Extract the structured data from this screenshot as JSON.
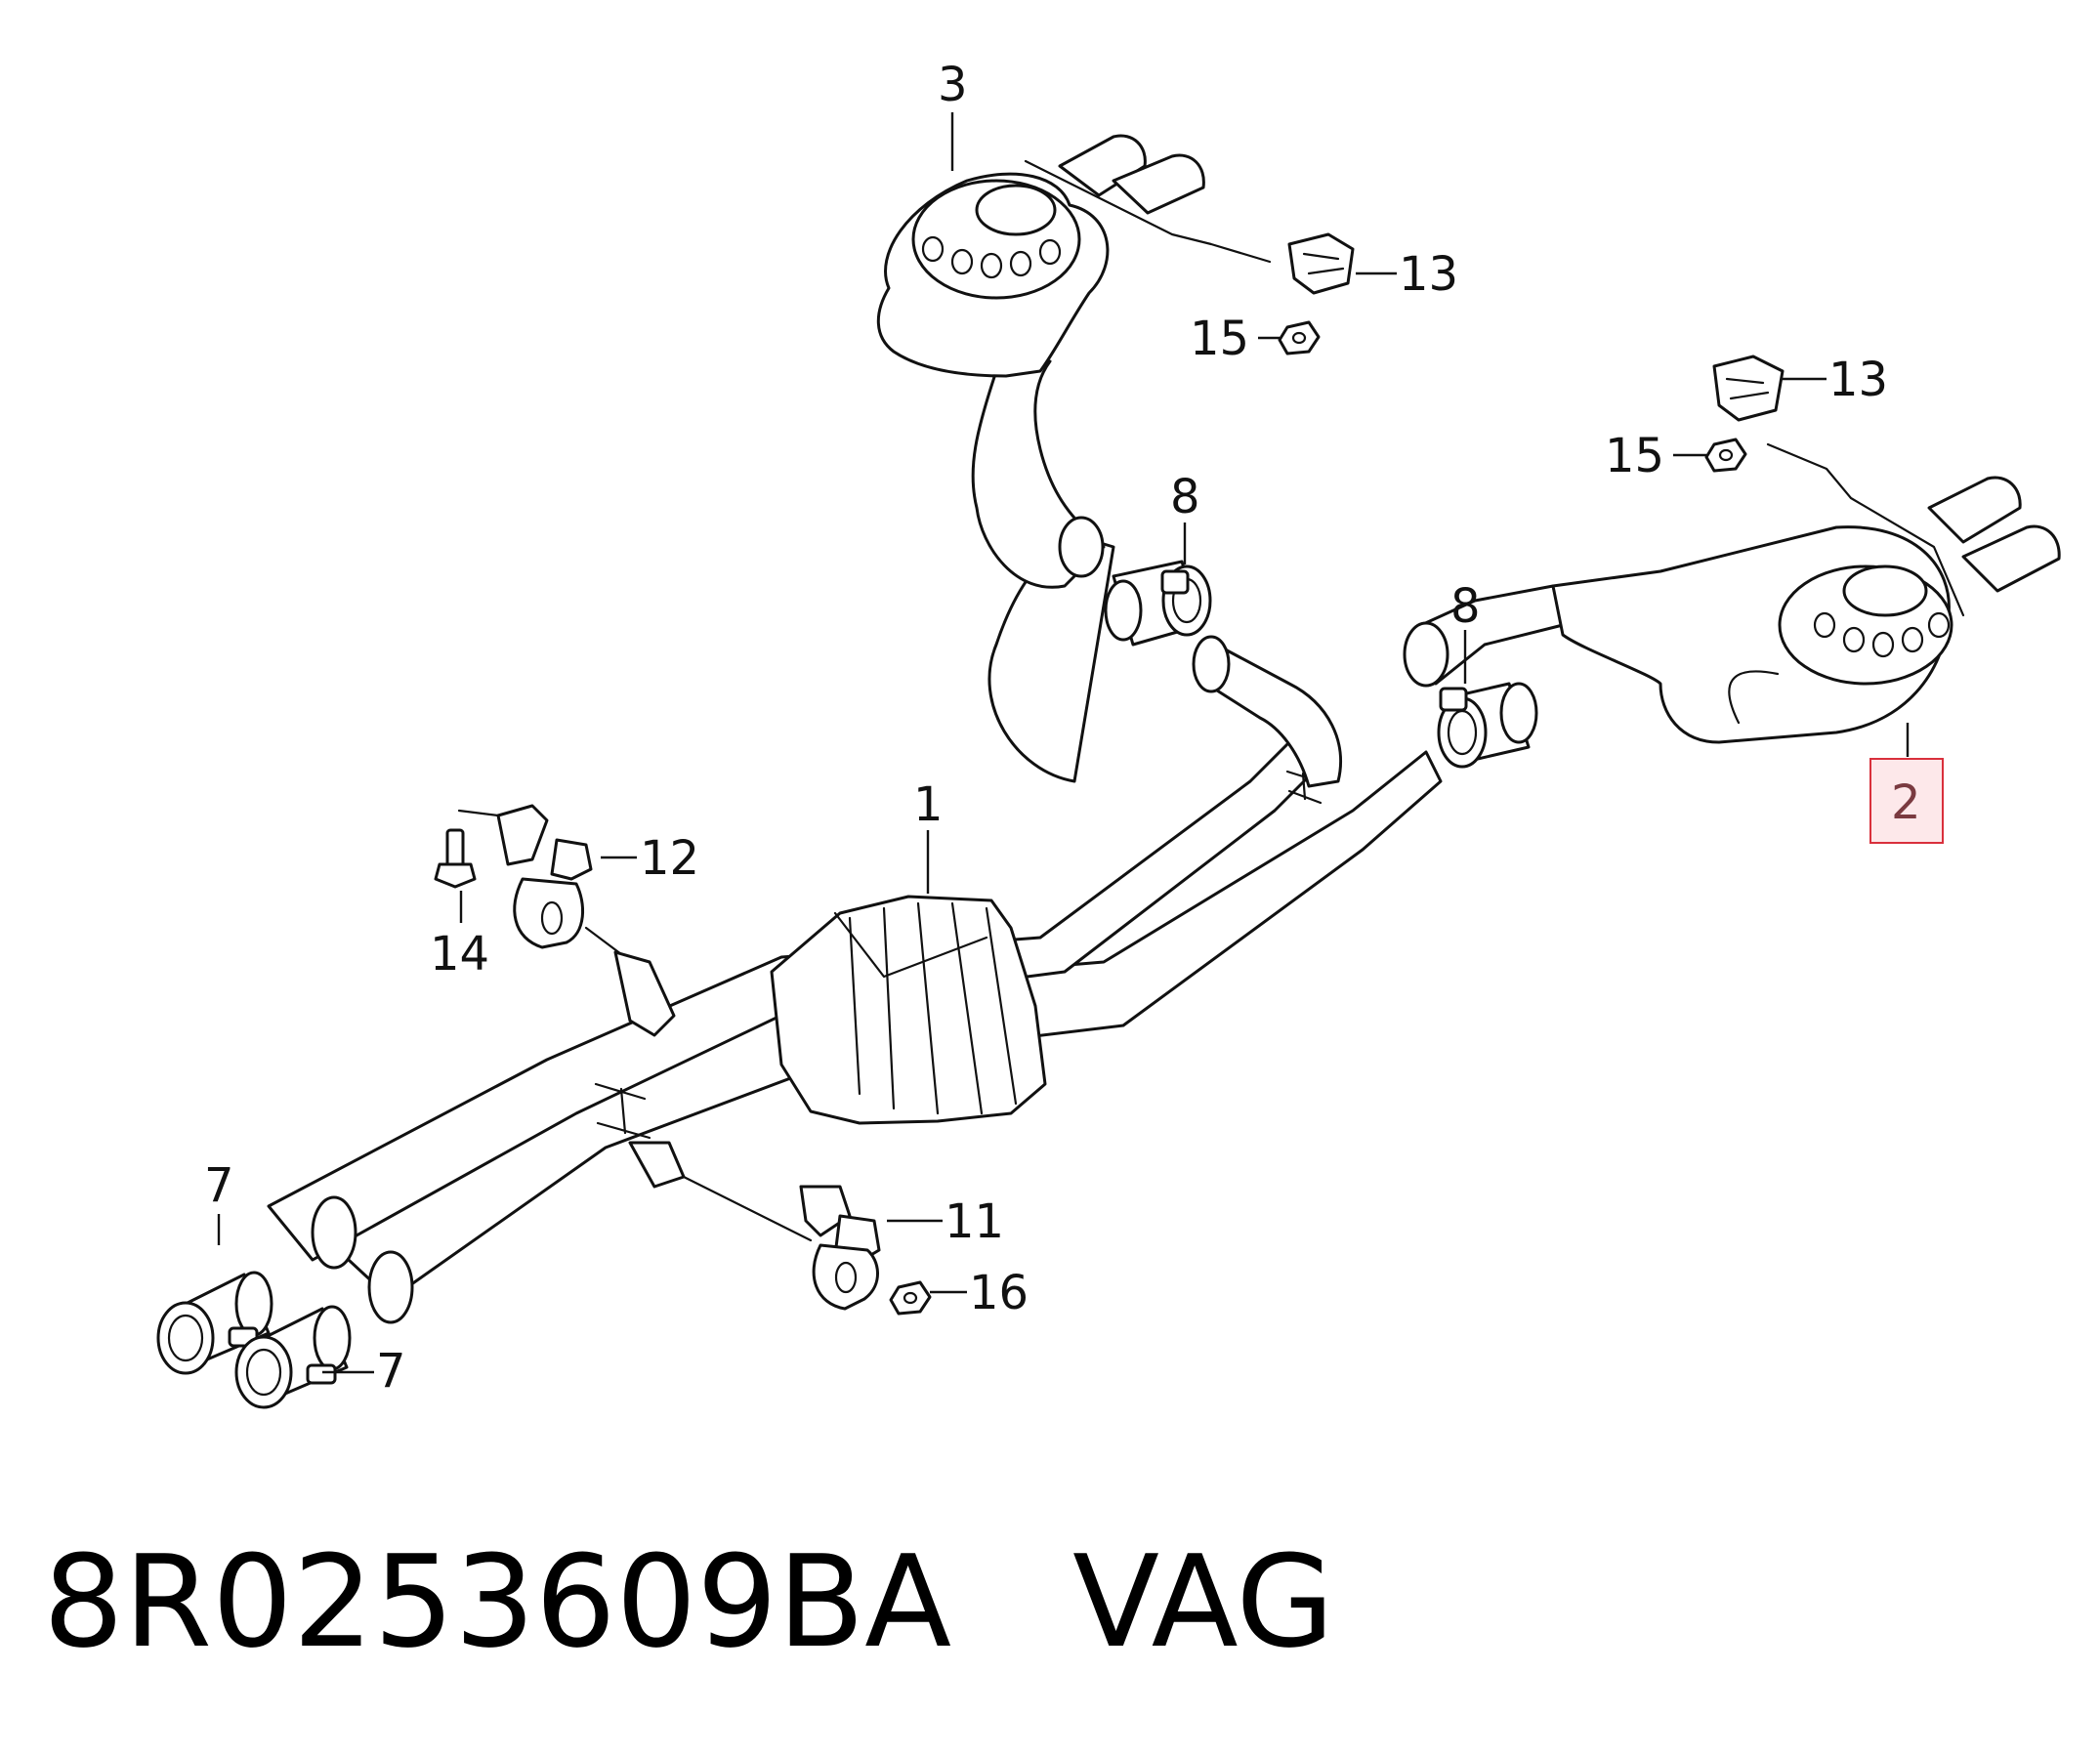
{
  "callouts": {
    "c1": "1",
    "c2": "2",
    "c3": "3",
    "c7a": "7",
    "c7b": "7",
    "c8a": "8",
    "c8b": "8",
    "c11": "11",
    "c12": "12",
    "c13a": "13",
    "c13b": "13",
    "c14": "14",
    "c15a": "15",
    "c15b": "15",
    "c16": "16"
  },
  "highlighted_callout": "2",
  "caption": {
    "part_number": "8R0253609BA",
    "brand": "VAG"
  },
  "colors": {
    "line": "#111111",
    "highlight_fill": "#fde8ea",
    "highlight_border": "#d9303c"
  }
}
